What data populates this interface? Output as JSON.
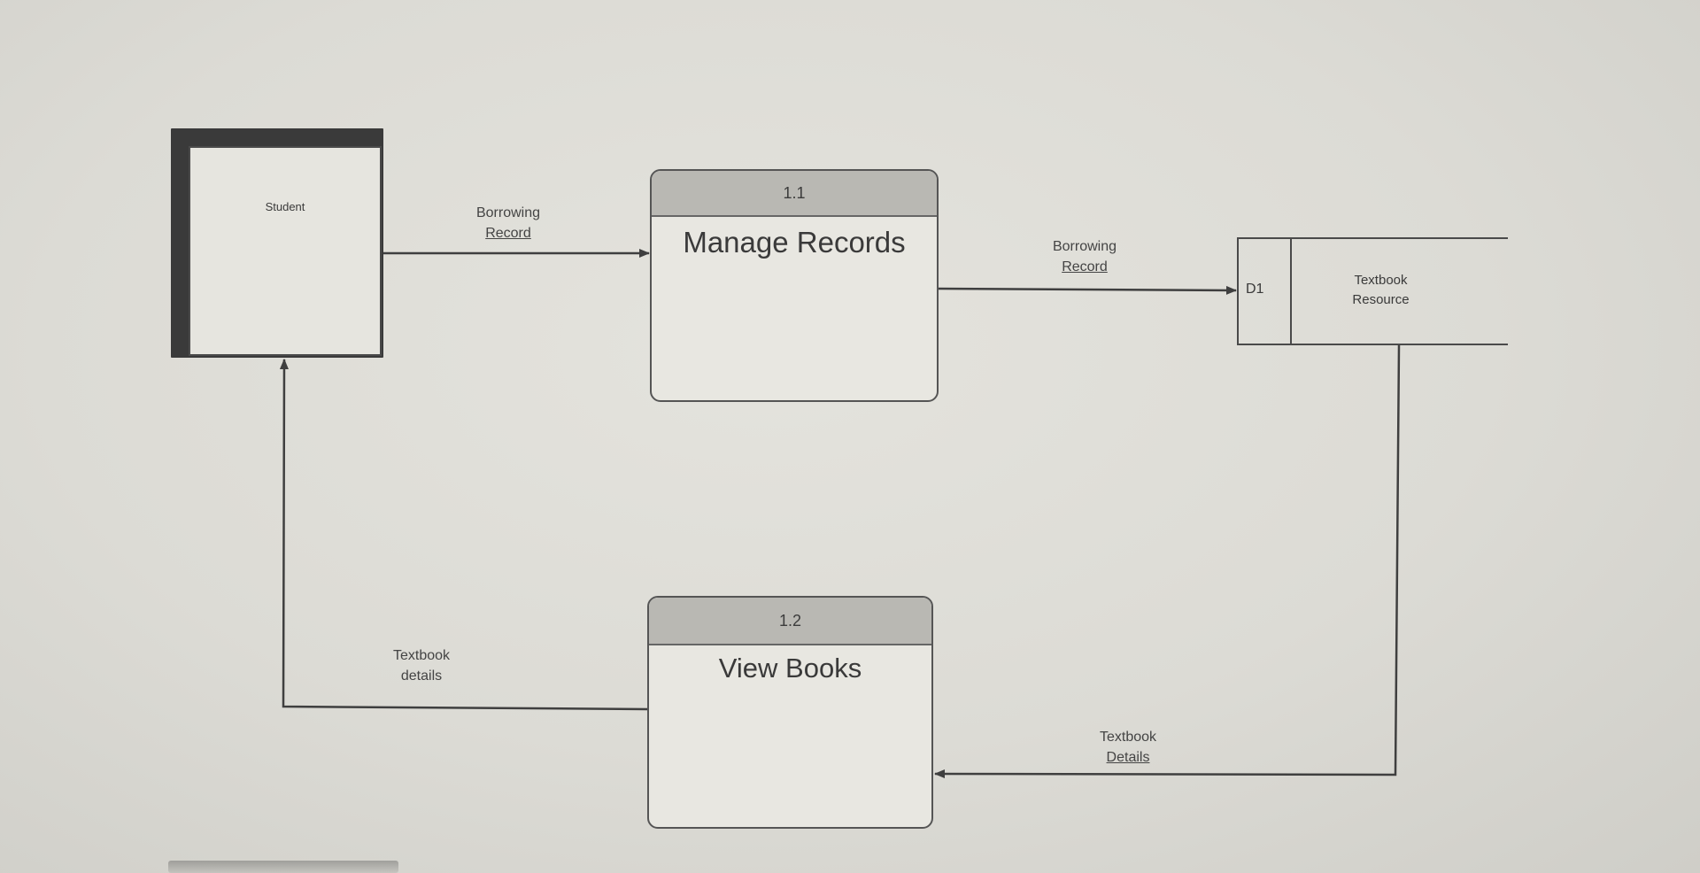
{
  "entity": {
    "label": "Student"
  },
  "processes": [
    {
      "id": "1.1",
      "title": "Manage Records"
    },
    {
      "id": "1.2",
      "title": "View Books"
    }
  ],
  "datastore": {
    "id": "D1",
    "name_line1": "Textbook",
    "name_line2": "Resource"
  },
  "flows": {
    "student_to_manage": {
      "line1": "Borrowing",
      "line2": "Record"
    },
    "manage_to_store": {
      "line1": "Borrowing",
      "line2": "Record"
    },
    "store_to_view": {
      "line1": "Textbook",
      "line2": "Details"
    },
    "view_to_student": {
      "line1": "Textbook",
      "line2": "details"
    }
  },
  "colors": {
    "line": "#3f3f3f",
    "header_fill": "#b9b8b3",
    "entity_shadow": "#3a3a3a"
  }
}
